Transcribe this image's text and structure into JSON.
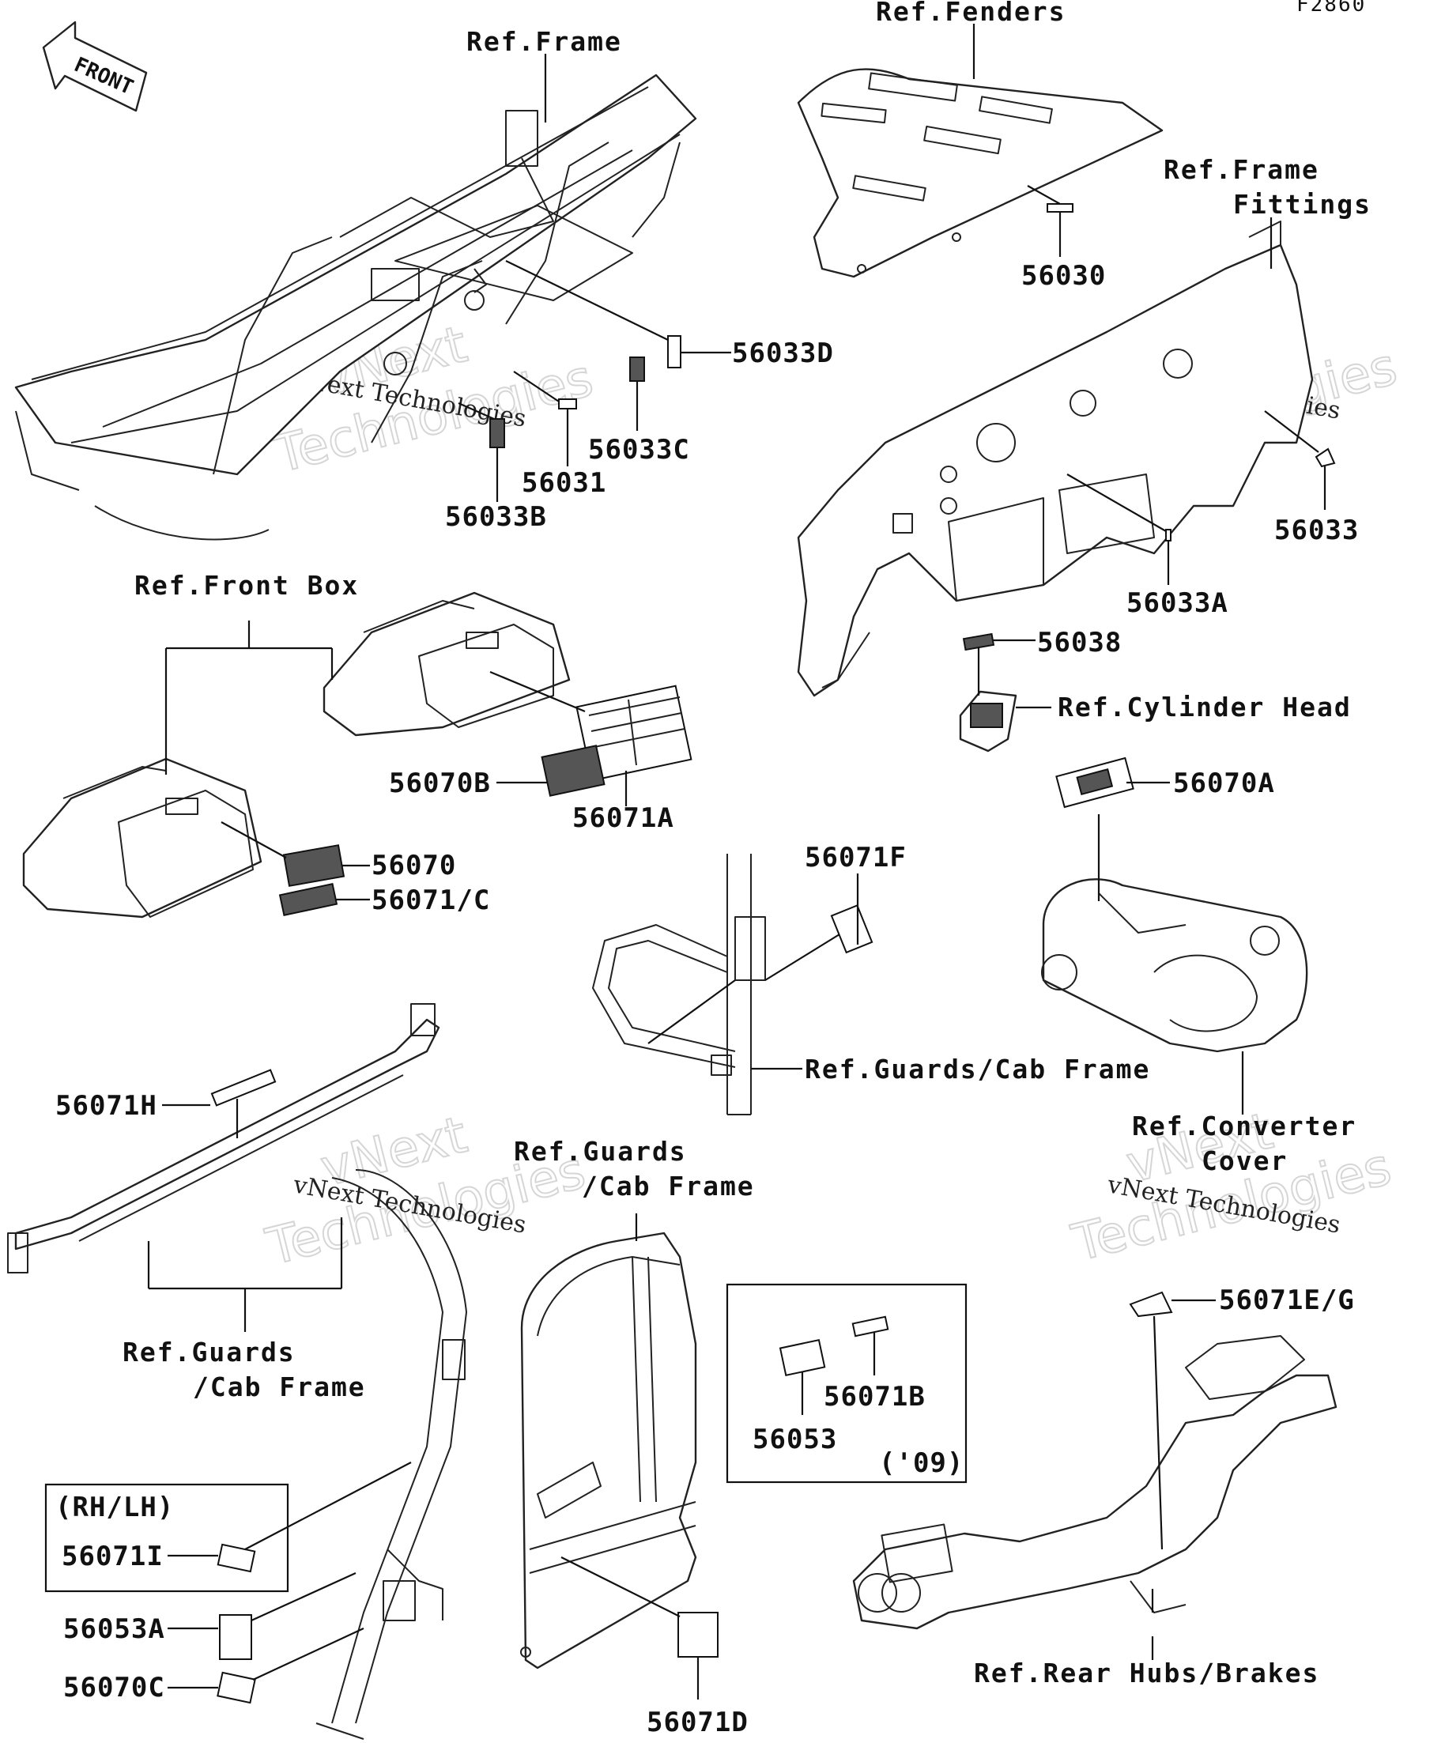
{
  "diagram_code": "F2860",
  "front_arrow": {
    "text": "FRONT",
    "icon": "front-arrow-icon"
  },
  "references": {
    "frame": "Ref.Frame",
    "fenders": "Ref.Fenders",
    "frame_fittings_1": "Ref.Frame",
    "frame_fittings_2": "Fittings",
    "front_box": "Ref.Front Box",
    "cylinder_head": "Ref.Cylinder Head",
    "guards_cab_frame_mid": "Ref.Guards/Cab Frame",
    "converter_cover_1": "Ref.Converter",
    "converter_cover_2": "Cover",
    "guards_cab_frame_center_1": "Ref.Guards",
    "guards_cab_frame_center_2": "/Cab Frame",
    "guards_cab_frame_left_1": "Ref.Guards",
    "guards_cab_frame_left_2": "/Cab Frame",
    "rear_hubs_brakes": "Ref.Rear Hubs/Brakes"
  },
  "parts": {
    "p56030": "56030",
    "p56033D": "56033D",
    "p56033C": "56033C",
    "p56031": "56031",
    "p56033B": "56033B",
    "p56033": "56033",
    "p56033A": "56033A",
    "p56038": "56038",
    "p56070A": "56070A",
    "p56070B": "56070B",
    "p56071A": "56071A",
    "p56070": "56070",
    "p56071C": "56071/C",
    "p56071F": "56071F",
    "p56071H": "56071H",
    "p56071EG": "56071E/G",
    "p56053": "56053",
    "p56071B": "56071B",
    "p56071I": "56071I",
    "p56053A": "56053A",
    "p56070C": "56070C",
    "p56071D": "56071D"
  },
  "inset_boxes": {
    "year_note": "('09)",
    "side_note": "(RH/LH)"
  },
  "watermarks": {
    "company": "vNext Technologies",
    "brand_top": "vNext",
    "brand_bottom": "Technologies"
  }
}
